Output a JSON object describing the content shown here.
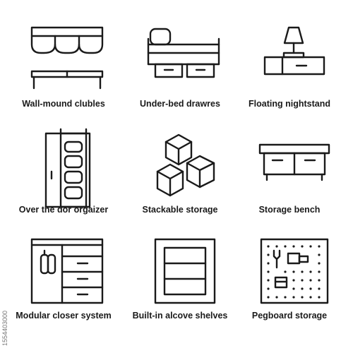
{
  "items": [
    {
      "label": "Wall-mound clubles",
      "icon": "wall-cubbies-icon"
    },
    {
      "label": "Under-bed drawres",
      "icon": "under-bed-drawers-icon"
    },
    {
      "label": "Floating nightstand",
      "icon": "floating-nightstand-icon"
    },
    {
      "label": "Over the dor orgaizer",
      "icon": "door-organizer-icon"
    },
    {
      "label": "Stackable storage",
      "icon": "stackable-boxes-icon"
    },
    {
      "label": "Storage bench",
      "icon": "storage-bench-icon"
    },
    {
      "label": "Modular closer system",
      "icon": "modular-closet-icon"
    },
    {
      "label": "Built-in alcove shelves",
      "icon": "alcove-shelves-icon"
    },
    {
      "label": "Pegboard storage",
      "icon": "pegboard-icon"
    }
  ],
  "side_code": "1554403000",
  "colors": {
    "stroke": "#1a1a1a",
    "background": "#ffffff"
  }
}
